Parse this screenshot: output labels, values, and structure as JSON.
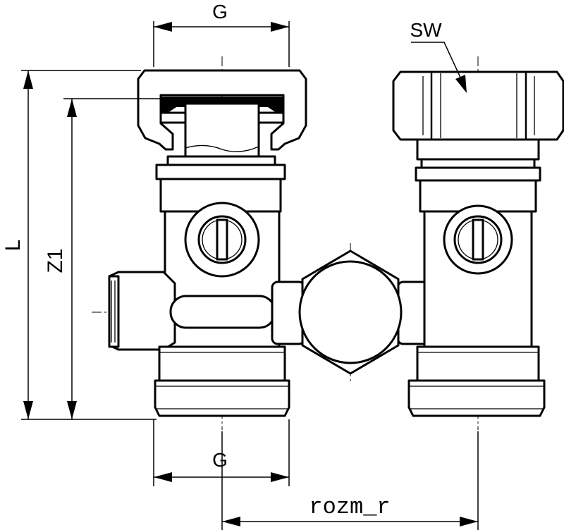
{
  "drawing": {
    "labels": {
      "g_top": "G",
      "g_bottom": "G",
      "sw": "SW",
      "l": "L",
      "z1": "Z1",
      "rozm_r": "rozm_r"
    }
  }
}
